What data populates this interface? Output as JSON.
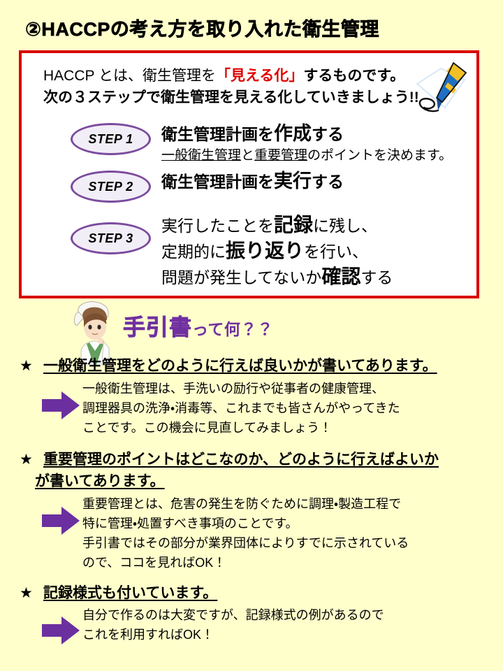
{
  "page": {
    "background_color": "#FFFFCC",
    "title": "②HACCPの考え方を取り入れた衛生管理"
  },
  "red_box": {
    "border_color": "#D90000",
    "fill_color": "#FFFFFF",
    "intro": {
      "line1_pre": "HACCP とは、衛生管理を",
      "line1_highlight": "「見える化」",
      "line1_post": "するものです。",
      "line2": "次の３ステップで衛生管理を見える化していきましょう!!"
    },
    "steps": [
      {
        "badge": "STEP 1",
        "head_pre": "衛生管理計画を",
        "head_emphasis": "作成",
        "head_post": "する",
        "sub_u1": "一般衛生管理",
        "sub_mid": "と",
        "sub_u2": "重要管理",
        "sub_post": "のポイントを決めます。"
      },
      {
        "badge": "STEP 2",
        "head_pre": "衛生管理計画を",
        "head_emphasis": "実行",
        "head_post": "する",
        "sub_u1": "",
        "sub_mid": "",
        "sub_u2": "",
        "sub_post": ""
      },
      {
        "badge": "STEP 3",
        "line1_pre": "実行したことを",
        "line1_emphasis": "記録",
        "line1_post": "に残し、",
        "line2_pre": "定期的に",
        "line2_emphasis": "振り返り",
        "line2_post": "を行い、",
        "line3_pre": "問題が発生してないか",
        "line3_emphasis": "確認",
        "line3_post": "する"
      }
    ],
    "pen_illustration": "fountain-pen-writing-on-paper"
  },
  "guide": {
    "heading_big": "手引書",
    "heading_small": "って何？？",
    "heading_color": "#7030A0",
    "chef_illustration": "female-cook-thinking"
  },
  "sections": [
    {
      "star": "★",
      "heading_line1": "一般衛生管理をどのように行えば良いかが書いてあります。",
      "heading_line2": "",
      "arrow_color": "#6B2FA0",
      "body_lines": [
        "一般衛生管理は、手洗いの励行や従事者の健康管理、",
        "調理器具の洗浄・消毒等、これまでも皆さんがやってきた",
        "ことです。この機会に見直してみましょう！"
      ]
    },
    {
      "star": "★",
      "heading_line1": "重要管理のポイントはどこなのか、どのように行えばよいか",
      "heading_line2": "が書いてあります。",
      "arrow_color": "#6B2FA0",
      "body_lines": [
        "重要管理とは、危害の発生を防ぐために調理・製造工程で",
        "特に管理・処置すべき事項のことです。",
        "手引書ではその部分が業界団体によりすでに示されている",
        "ので、ココを見ればOK！"
      ]
    },
    {
      "star": "★",
      "heading_line1": "記録様式も付いています。",
      "heading_line2": "",
      "arrow_color": "#6B2FA0",
      "body_lines": [
        "自分で作るのは大変ですが、記録様式の例があるので",
        "これを利用すればOK！"
      ]
    }
  ]
}
